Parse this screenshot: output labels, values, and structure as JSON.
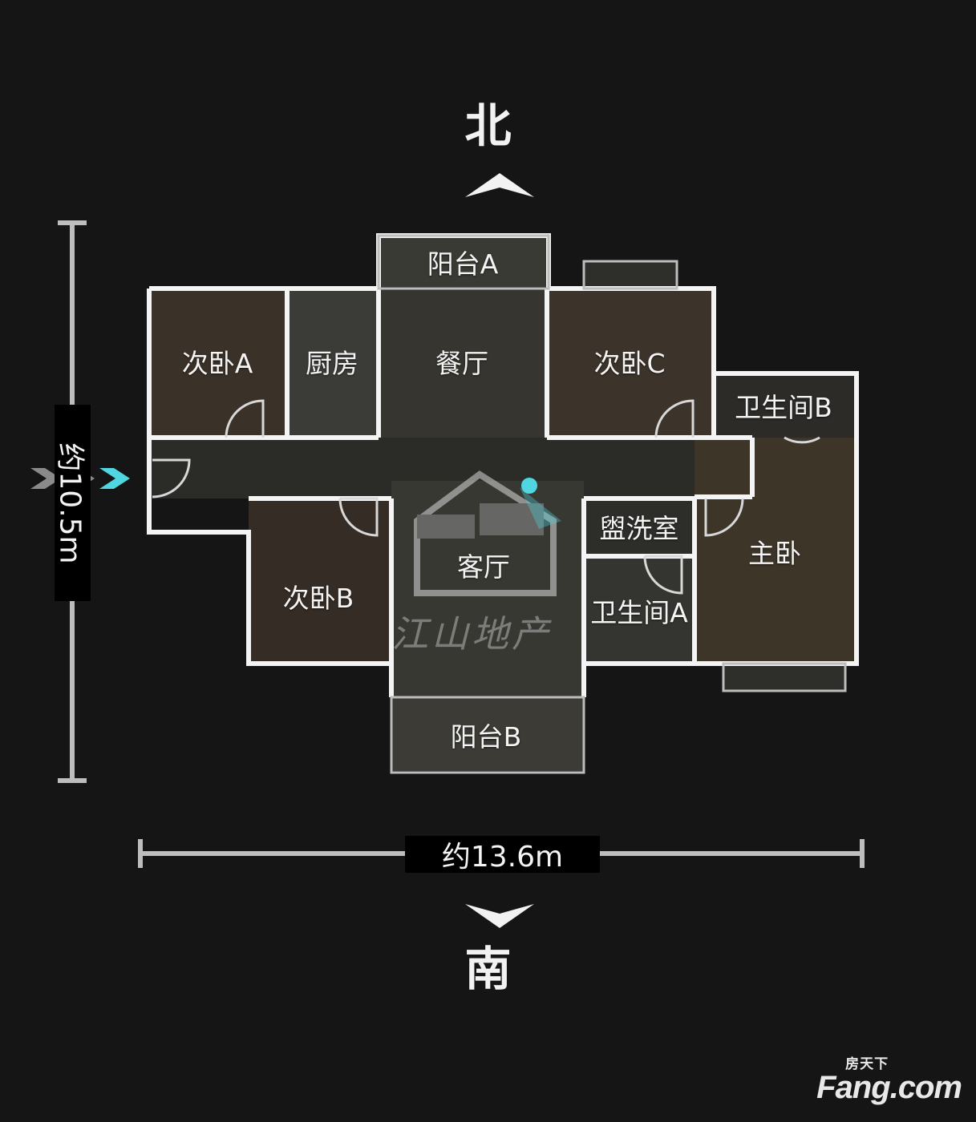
{
  "compass": {
    "north": "北",
    "south": "南"
  },
  "dimensions": {
    "height": "约10.5m",
    "width": "约13.6m"
  },
  "rooms": {
    "balcony_a": "阳台A",
    "bedroom_a": "次卧A",
    "kitchen": "厨房",
    "dining": "餐厅",
    "bedroom_c": "次卧C",
    "bathroom_b": "卫生间B",
    "washroom": "盥洗室",
    "master": "主卧",
    "living": "客厅",
    "bedroom_b": "次卧B",
    "bathroom_a": "卫生间A",
    "balcony_b": "阳台B"
  },
  "watermark": "江山地产",
  "logo": {
    "main": "Fang.com",
    "sub": "房天下"
  },
  "colors": {
    "background": "#151515",
    "wall": "#f4f4f4",
    "accent": "#4fd6e0",
    "arrow_gray": "#8a8a8a"
  }
}
